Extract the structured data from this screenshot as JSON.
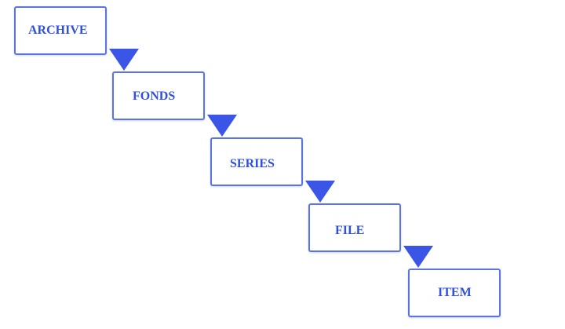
{
  "diagram": {
    "levels": [
      {
        "label": "ARCHIVE"
      },
      {
        "label": "FONDS"
      },
      {
        "label": "SERIES"
      },
      {
        "label": "FILE"
      },
      {
        "label": "ITEM"
      }
    ],
    "colors": {
      "box_border": "#5a74e6",
      "label_text": "#2f50d9",
      "arrow_fill": "#3b56e6",
      "background": "#ffffff"
    },
    "arrow_icon": "down-triangle-icon"
  }
}
